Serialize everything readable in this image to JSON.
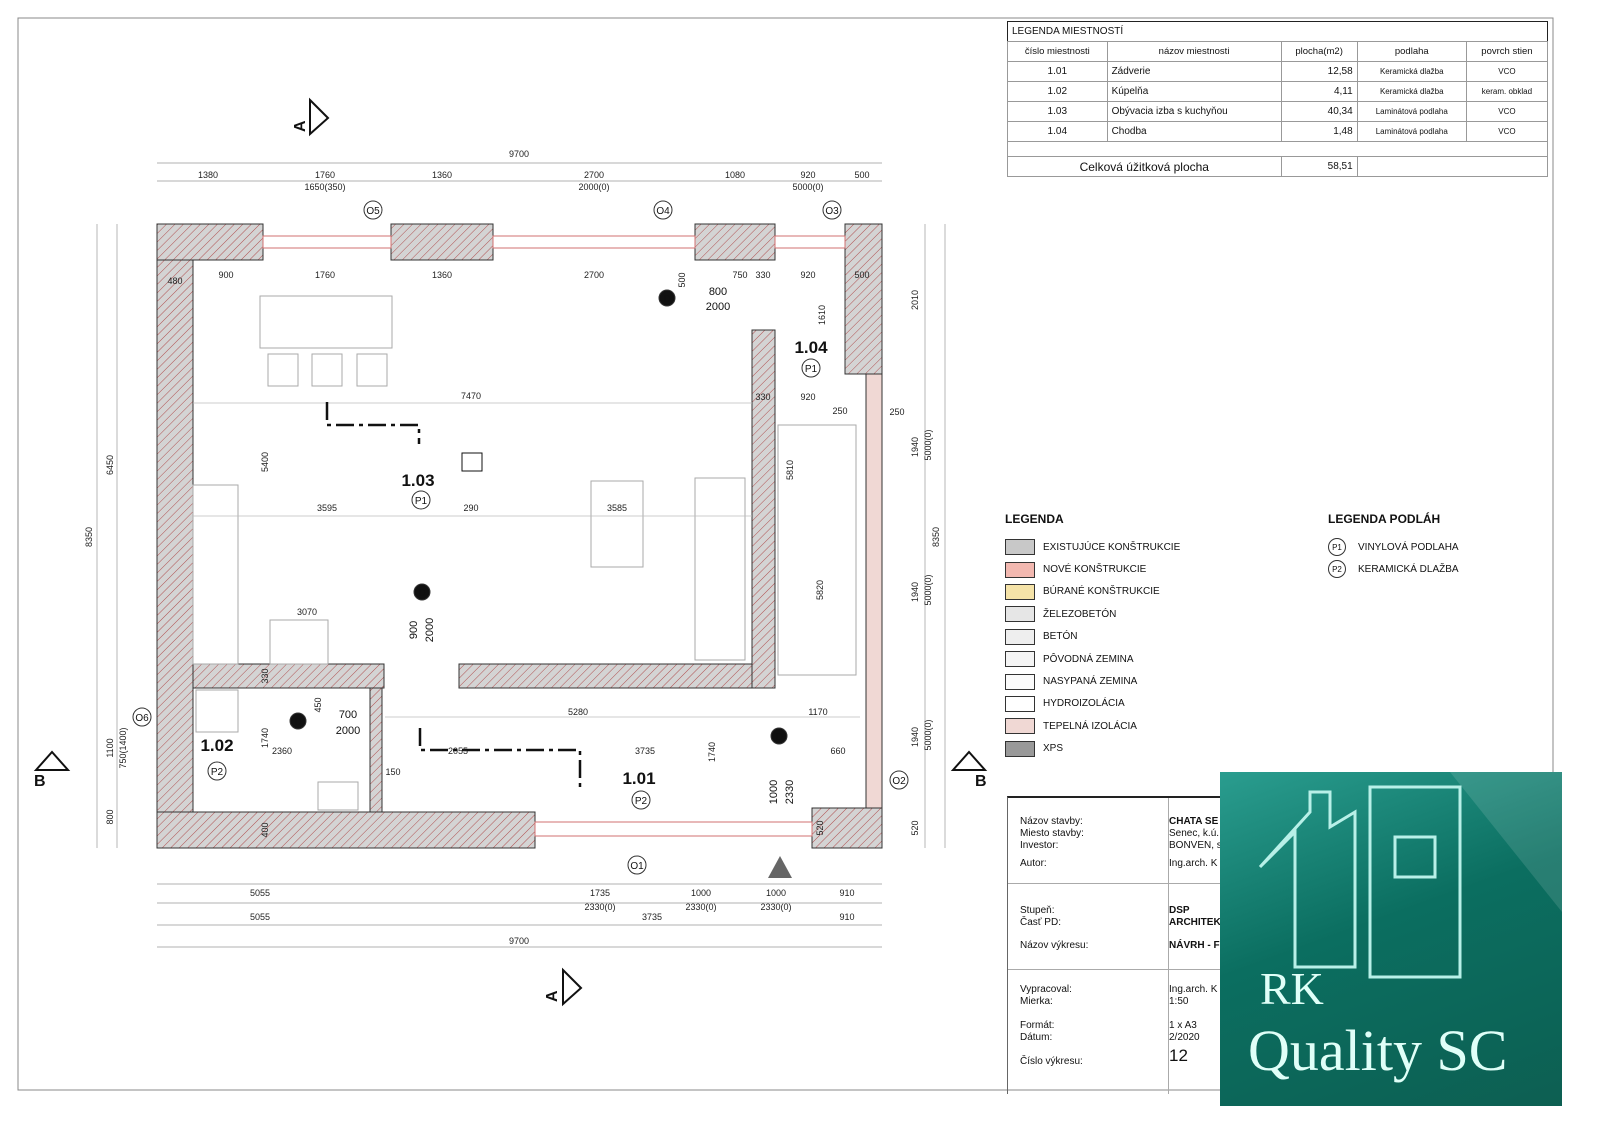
{
  "room_legend": {
    "title": "LEGENDA MIESTNOSTÍ",
    "headers": [
      "číslo miestnosti",
      "názov miestnosti",
      "plocha(m2)",
      "podlaha",
      "povrch stien"
    ],
    "rows": [
      [
        "1.01",
        "Zádverie",
        "12,58",
        "Keramická dlažba",
        "VCO"
      ],
      [
        "1.02",
        "Kúpelňa",
        "4,11",
        "Keramická dlažba",
        "keram. obklad"
      ],
      [
        "1.03",
        "Obývacia izba s kuchyňou",
        "40,34",
        "Laminátová podlaha",
        "VCO"
      ],
      [
        "1.04",
        "Chodba",
        "1,48",
        "Laminátová podlaha",
        "VCO"
      ]
    ],
    "total_label": "Celková úžitková plocha",
    "total_value": "58,51"
  },
  "legend": {
    "title": "LEGENDA",
    "items": [
      {
        "label": "EXISTUJÚCE KONŠTRUKCIE",
        "color": "#c8c8c8"
      },
      {
        "label": "NOVÉ KONŠTRUKCIE",
        "color": "#f2b8b0"
      },
      {
        "label": "BÚRANÉ KONŠTRUKCIE",
        "color": "#f5e3a8"
      },
      {
        "label": "ŽELEZOBETÓN",
        "color": "#e6e6e6"
      },
      {
        "label": "BETÓN",
        "color": "#eeeeee"
      },
      {
        "label": "PÔVODNÁ ZEMINA",
        "color": "#f4f4f4"
      },
      {
        "label": "NASYPANÁ ZEMINA",
        "color": "#fafafa"
      },
      {
        "label": "HYDROIZOLÁCIA",
        "color": "#ffffff"
      },
      {
        "label": "TEPELNÁ IZOLÁCIA",
        "color": "#f0d8d4"
      },
      {
        "label": "XPS",
        "color": "#999999"
      }
    ]
  },
  "floor_legend": {
    "title": "LEGENDA PODLÁH",
    "items": [
      {
        "code": "P1",
        "label": "VINYLOVÁ PODLAHA"
      },
      {
        "code": "P2",
        "label": "KERAMICKÁ DLAŽBA"
      }
    ]
  },
  "title_block": {
    "labels": [
      "Názov stavby:",
      "Miesto stavby:",
      "Investor:",
      "Autor:",
      "Stupeň:",
      "Časť PD:",
      "Názov výkresu:",
      "Vypracoval:",
      "Mierka:",
      "Formát:",
      "Dátum:",
      "Číslo výkresu:"
    ],
    "values": [
      "CHATA SE",
      "Senec, k.ú.",
      "BONVEN, s",
      "Ing.arch. K",
      "DSP",
      "ARCHITEK",
      "NÁVRH - F",
      "Ing.arch. K",
      "1:50",
      "1 x A3",
      "2/2020",
      "12"
    ]
  },
  "rooms": [
    {
      "id": "1.03",
      "floor": "P1"
    },
    {
      "id": "1.04",
      "floor": "P1"
    },
    {
      "id": "1.02",
      "floor": "P2"
    },
    {
      "id": "1.01",
      "floor": "P2"
    }
  ],
  "axes": [
    "O5",
    "O4",
    "O3",
    "O6",
    "O2",
    "O1"
  ],
  "sections": [
    "A",
    "A",
    "B",
    "B"
  ],
  "door_mark": "D",
  "doors": [
    [
      "800",
      "2000"
    ],
    [
      "900",
      "2000"
    ],
    [
      "700",
      "2000"
    ],
    [
      "1000",
      "2330"
    ]
  ],
  "dims": {
    "top": [
      "9700",
      "1380",
      "1760",
      "1360",
      "2700",
      "1080",
      "920",
      "500",
      "1650(350)",
      "2000(0)",
      "5000(0)"
    ],
    "inner_top": [
      "480",
      "900",
      "1760",
      "1360",
      "2700",
      "750",
      "330",
      "920",
      "500"
    ],
    "bottom": [
      "5055",
      "1735",
      "1000",
      "1000",
      "910",
      "2330(0)",
      "2330(0)",
      "2330(0)",
      "5055",
      "3735",
      "910",
      "9700"
    ],
    "left": [
      "6450",
      "8350",
      "1100",
      "750(1400)",
      "800"
    ],
    "right": [
      "2010",
      "1940",
      "5000(0)",
      "1940",
      "5000(0)",
      "1940",
      "5000(0)",
      "520",
      "8350"
    ],
    "interior": [
      "7470",
      "5400",
      "3595",
      "290",
      "3585",
      "3070",
      "330",
      "920",
      "250",
      "250",
      "1610",
      "5810",
      "5820",
      "5280",
      "1170",
      "3735",
      "2055",
      "660",
      "1740",
      "2360",
      "150",
      "1740",
      "330",
      "450",
      "500",
      "520",
      "400"
    ]
  },
  "logo": {
    "text1": "RK",
    "text2": "Quality SC"
  },
  "colors": {
    "new_wall": "#f2b8b0",
    "existing_wall": "#c8c8c8",
    "logo_bg": "#0d6b5e"
  }
}
